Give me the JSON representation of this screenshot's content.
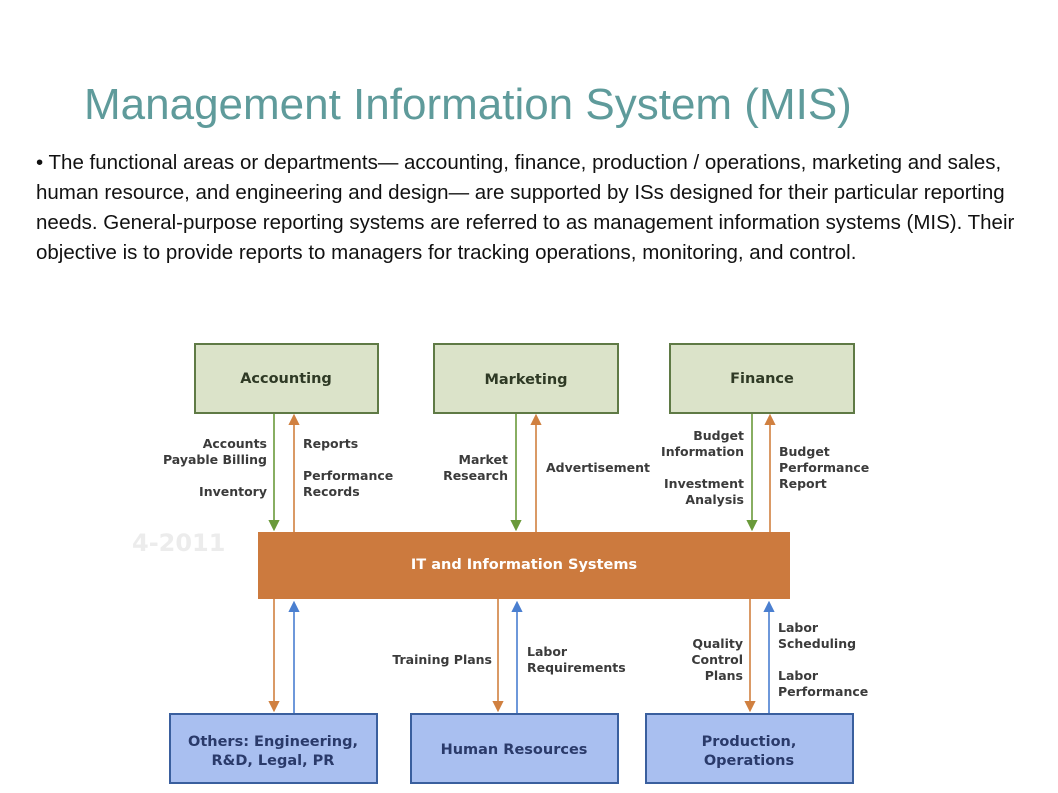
{
  "title": "Management Information System (MIS)",
  "bullet_symbol": "•",
  "bullet_text": "The functional areas or departments— accounting, finance, production / operations, marketing and sales, human resource, and engineering and design— are supported by ISs designed for their particular reporting needs. General-purpose reporting systems are referred to as management information systems (MIS). Their objective is to provide reports to managers for tracking operations, monitoring, and control.",
  "diagram": {
    "colors": {
      "top_fill": "#dbe3c9",
      "top_border": "#5f7a45",
      "bottom_fill": "#a9bff0",
      "bottom_border": "#3a5f9e",
      "center_fill": "#cc7a3e",
      "arrow_green": "#6a9a3a",
      "arrow_orange": "#d08040",
      "arrow_blue": "#4a7fd0"
    },
    "center": "IT and Information Systems",
    "top_boxes": {
      "accounting": "Accounting",
      "marketing": "Marketing",
      "finance": "Finance"
    },
    "bottom_boxes": {
      "others": [
        "Others: Engineering,",
        "R&D, Legal, PR"
      ],
      "hr": "Human Resources",
      "production": [
        "Production,",
        "Operations"
      ]
    },
    "labels": {
      "acc_in": [
        "Accounts",
        "Payable Billing",
        "",
        "Inventory"
      ],
      "acc_out": [
        "Reports",
        "",
        "Performance",
        "Records"
      ],
      "mkt_in": [
        "Market",
        "Research"
      ],
      "mkt_out": "Advertisement",
      "fin_in": [
        "Budget",
        "Information",
        "",
        "Investment",
        "Analysis"
      ],
      "fin_out": [
        "Budget",
        "Performance",
        "Report"
      ],
      "hr_down": "Training Plans",
      "hr_up": [
        "Labor",
        "Requirements"
      ],
      "prod_down": [
        "Quality",
        "Control",
        "Plans"
      ],
      "prod_up": [
        "Labor",
        "Scheduling",
        "",
        "Labor",
        "Performance"
      ]
    },
    "watermark": "4-2011"
  }
}
